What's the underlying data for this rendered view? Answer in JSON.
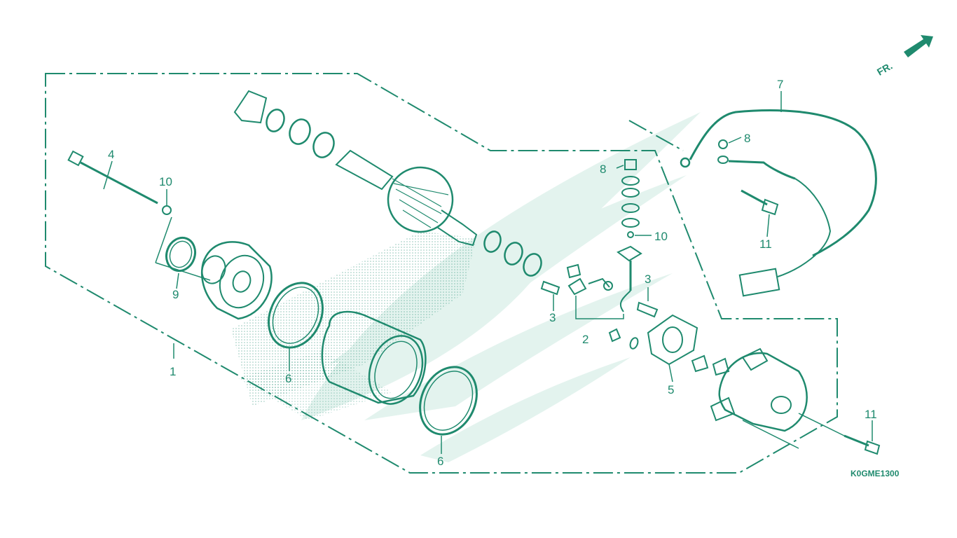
{
  "diagram_code": "K0GME1300",
  "direction_label": "FR.",
  "colors": {
    "ink": "#1f8a6e",
    "watermark": "#e3f3ee",
    "background": "#ffffff"
  },
  "callouts": [
    {
      "id": "1",
      "label": "1"
    },
    {
      "id": "2",
      "label": "2"
    },
    {
      "id": "3a",
      "label": "3"
    },
    {
      "id": "3b",
      "label": "3"
    },
    {
      "id": "4",
      "label": "4"
    },
    {
      "id": "5",
      "label": "5"
    },
    {
      "id": "6a",
      "label": "6"
    },
    {
      "id": "6b",
      "label": "6"
    },
    {
      "id": "7",
      "label": "7"
    },
    {
      "id": "8a",
      "label": "8"
    },
    {
      "id": "8b",
      "label": "8"
    },
    {
      "id": "9",
      "label": "9"
    },
    {
      "id": "10a",
      "label": "10"
    },
    {
      "id": "10b",
      "label": "10"
    },
    {
      "id": "11a",
      "label": "11"
    },
    {
      "id": "11b",
      "label": "11"
    }
  ]
}
